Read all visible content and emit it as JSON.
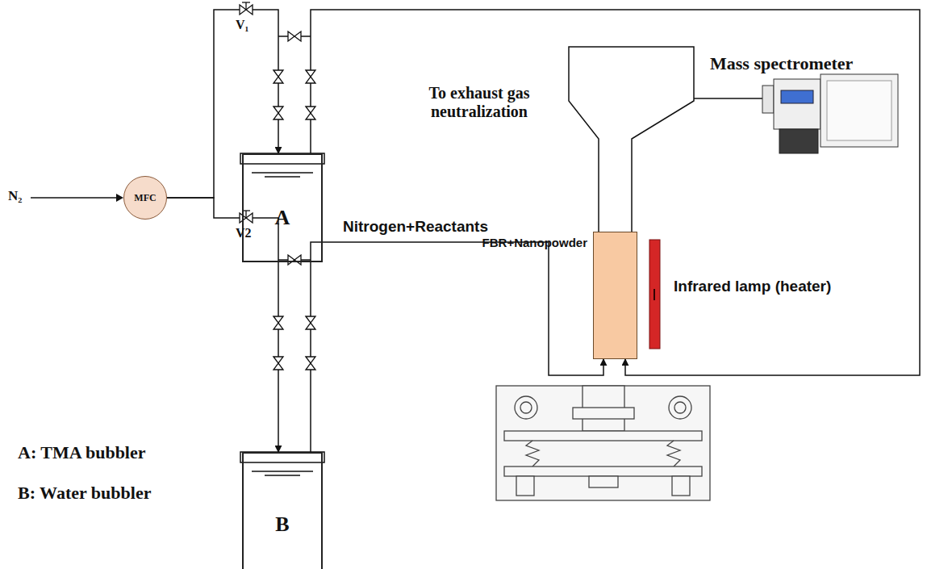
{
  "diagram": {
    "nodes": [
      {
        "text": [
          "MFC"
        ]
      },
      {
        "text": [
          "A"
        ]
      },
      {
        "text": [
          "B"
        ]
      },
      {
        "text": [
          "FBR+Nanopowder"
        ]
      }
    ],
    "edges": [
      {
        "from": 0,
        "to": 1,
        "arrow": "to"
      },
      {
        "from": 0,
        "to": 2,
        "arrow": "to"
      },
      {
        "from": 1,
        "to": 3,
        "arrow": "to"
      },
      {
        "from": 2,
        "to": 3,
        "arrow": "to"
      }
    ],
    "labels": [
      "N₂",
      "V₁",
      "V2",
      "Nitrogen+Reactants",
      "To exhaust gas neutralization",
      "Mass spectrometer",
      "Infrared lamp (heater)",
      "A: TMA bubbler",
      "B: Water bubbler"
    ]
  }
}
